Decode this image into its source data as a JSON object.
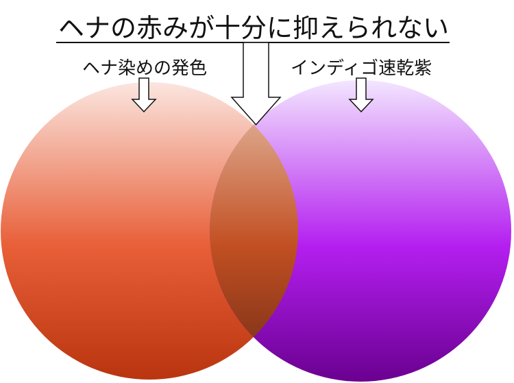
{
  "title": "ヘナの赤みが十分に抑えられない",
  "left_label": "ヘナ染めの発色",
  "right_label": "インディゴ速乾紫",
  "colors": {
    "henna_top": "#fbe6e0",
    "henna_mid": "#e85f38",
    "henna_bottom": "#b9350f",
    "indigo_top": "#f3e6ff",
    "indigo_mid": "#b41ff0",
    "indigo_bottom": "#6a0090",
    "overlap_top": "#e6c4ae",
    "overlap_mid": "#c24f22",
    "overlap_bottom": "#6e2c17"
  }
}
